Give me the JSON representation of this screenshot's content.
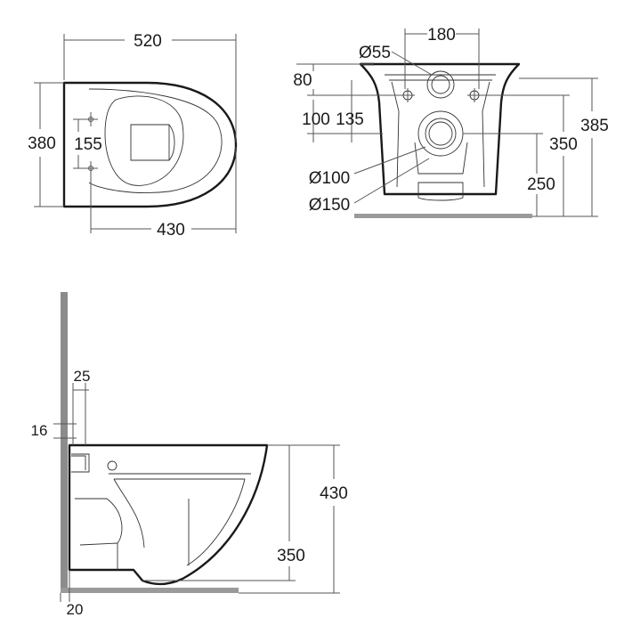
{
  "top_view": {
    "dims": {
      "overall_length": "520",
      "width": "380",
      "fixing_spacing": "155",
      "projection": "430"
    }
  },
  "front_view": {
    "dims": {
      "inlet_spacing": "180",
      "inlet_diameter": "Ø55",
      "inlet_height": "80",
      "fixing_offset_a": "100",
      "fixing_offset_b": "135",
      "overall_height": "385",
      "fixing_height": "350",
      "outlet_height": "250",
      "outlet_diameter_inner": "Ø100",
      "outlet_diameter_outer": "Ø150"
    }
  },
  "side_view": {
    "dims": {
      "wall_gap": "25",
      "flange": "16",
      "height": "430",
      "rim_height": "350",
      "base_offset": "20"
    }
  },
  "colors": {
    "line": "#1a1a1a",
    "wall": "#8c8c8c",
    "floor": "#9a9a9a"
  }
}
